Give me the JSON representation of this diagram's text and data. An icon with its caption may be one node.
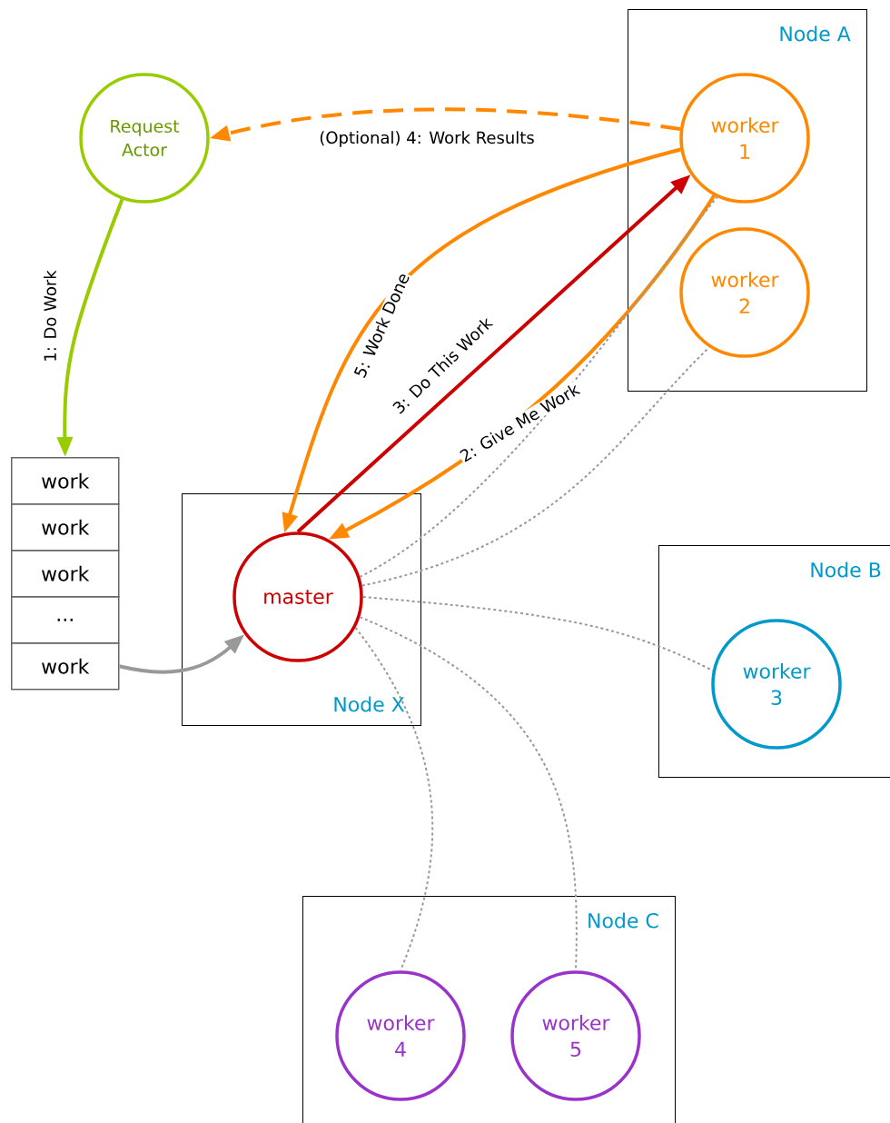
{
  "diagram": {
    "nodes": [
      {
        "text": [
          "Node A"
        ]
      },
      {
        "text": [
          "worker 1"
        ],
        "in": 0
      },
      {
        "text": [
          "worker 2"
        ],
        "in": 0
      },
      {
        "text": [
          "Request Actor"
        ]
      },
      {
        "text": [
          "work"
        ]
      },
      {
        "text": [
          "work"
        ]
      },
      {
        "text": [
          "work"
        ]
      },
      {
        "text": [
          "..."
        ]
      },
      {
        "text": [
          "work"
        ]
      },
      {
        "text": [
          "Node X"
        ]
      },
      {
        "text": [
          "master"
        ],
        "in": 9
      },
      {
        "text": [
          "Node B"
        ]
      },
      {
        "text": [
          "worker 3"
        ],
        "in": 11
      },
      {
        "text": [
          "Node C"
        ]
      },
      {
        "text": [
          "worker 4"
        ],
        "in": 13
      },
      {
        "text": [
          "worker 5"
        ],
        "in": 13
      }
    ],
    "edges": [
      {
        "from": 3,
        "to": 4,
        "arrow": "to",
        "label": "1: Do Work",
        "color": "#99cc00"
      },
      {
        "from": 1,
        "to": 10,
        "arrow": "to",
        "label": "2: Give Me Work",
        "color": "#ff8800"
      },
      {
        "from": 10,
        "to": 1,
        "arrow": "to",
        "label": "3: Do This Work",
        "color": "#cc0000"
      },
      {
        "from": 1,
        "to": 3,
        "arrow": "to",
        "label": "(Optional) 4: Work Results",
        "style": "dashed",
        "color": "#ff8800"
      },
      {
        "from": 1,
        "to": 10,
        "arrow": "to",
        "label": "5: Work Done",
        "color": "#ff8800"
      },
      {
        "from": 8,
        "to": 10,
        "arrow": "to",
        "color": "#999999"
      },
      {
        "from": 10,
        "to": 1,
        "arrow": "none",
        "style": "dashed",
        "color": "#999999"
      },
      {
        "from": 10,
        "to": 2,
        "arrow": "none",
        "style": "dashed",
        "color": "#999999"
      },
      {
        "from": 10,
        "to": 12,
        "arrow": "none",
        "style": "dashed",
        "color": "#999999"
      },
      {
        "from": 10,
        "to": 14,
        "arrow": "none",
        "style": "dashed",
        "color": "#999999"
      },
      {
        "from": 10,
        "to": 15,
        "arrow": "none",
        "style": "dashed",
        "color": "#999999"
      }
    ]
  }
}
